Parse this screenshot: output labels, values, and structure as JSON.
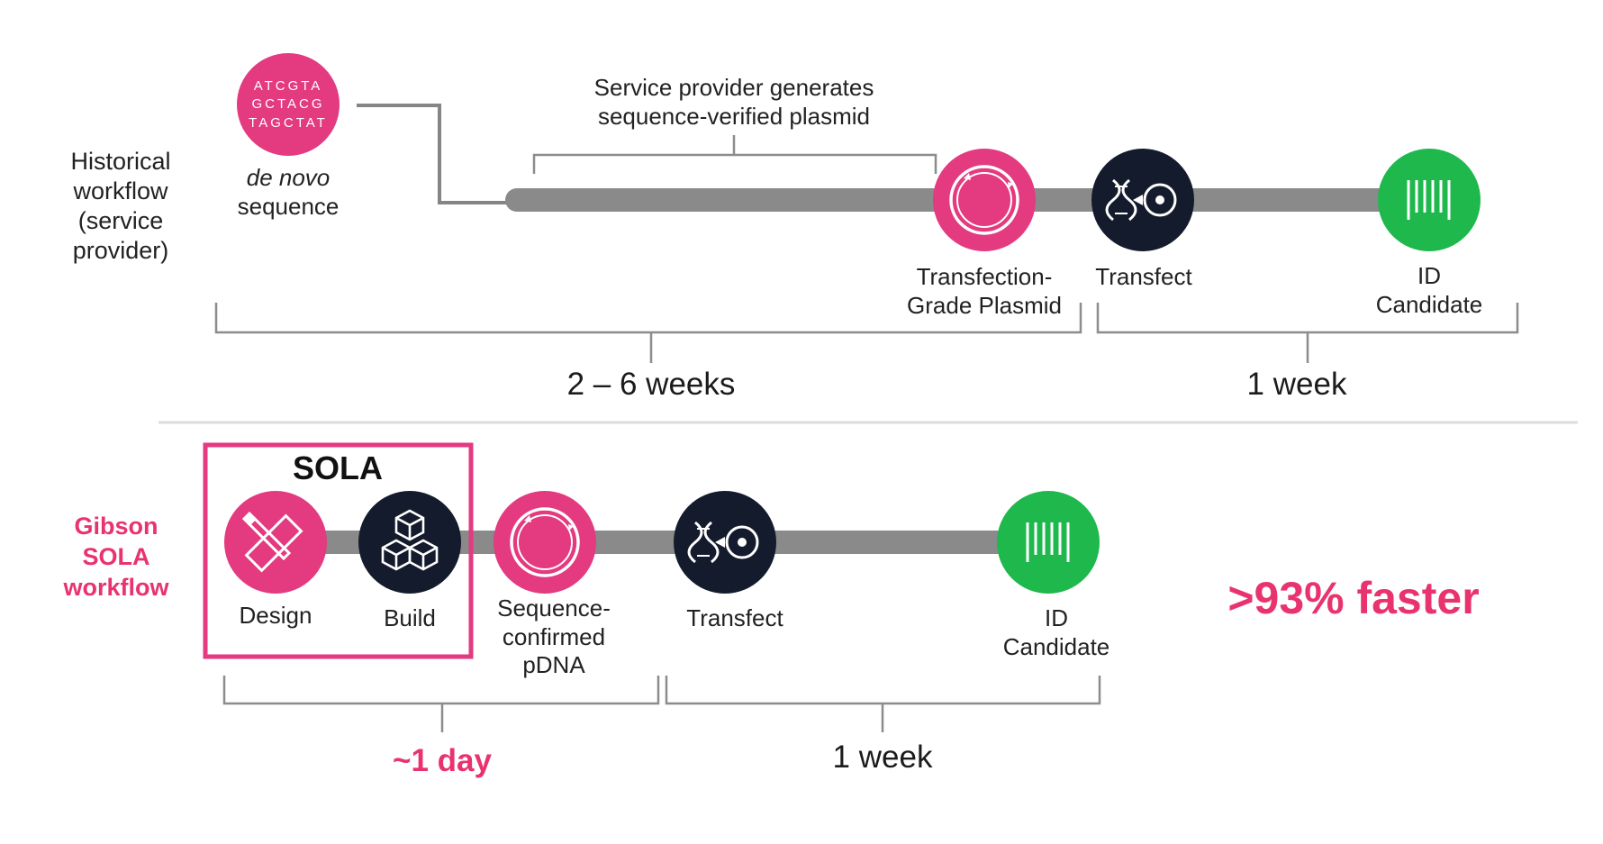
{
  "historical": {
    "label_lines": [
      "Historical",
      "workflow",
      "(service",
      "provider)"
    ],
    "dna_lines": [
      "ATCGTA",
      "GCTACG",
      "TAGCTAT"
    ],
    "de_novo": "de novo",
    "sequence": "sequence",
    "service_note_lines": [
      "Service provider generates",
      "sequence-verified plasmid"
    ],
    "plasmid_label_lines": [
      "Transfection-",
      "Grade Plasmid"
    ],
    "transfect_label": "Transfect",
    "candidate_label_lines": [
      "ID",
      "Candidate"
    ],
    "duration_1": "2 – 6 weeks",
    "duration_2": "1 week"
  },
  "gibson": {
    "label_lines": [
      "Gibson",
      "SOLA",
      "workflow"
    ],
    "sola_title": "SOLA",
    "design_label": "Design",
    "build_label": "Build",
    "pdna_label_lines": [
      "Sequence-",
      "confirmed",
      "pDNA"
    ],
    "transfect_label": "Transfect",
    "candidate_label_lines": [
      "ID",
      "Candidate"
    ],
    "duration_1": "~1 day",
    "duration_2": "1 week",
    "faster": ">93% faster"
  },
  "colors": {
    "pink": "#e33a80",
    "navy": "#141b2c",
    "green": "#1fb84d",
    "gray_track": "#8a8a8a",
    "bracket": "#8c8c8c",
    "accent_text": "#e8336f"
  },
  "icons": {
    "dna_sequence": "dna-sequence-icon",
    "plasmid": "plasmid-icon",
    "transfect": "transfect-icon",
    "candidate": "barcode-icon",
    "design": "pencil-ruler-icon",
    "build": "cubes-icon"
  }
}
